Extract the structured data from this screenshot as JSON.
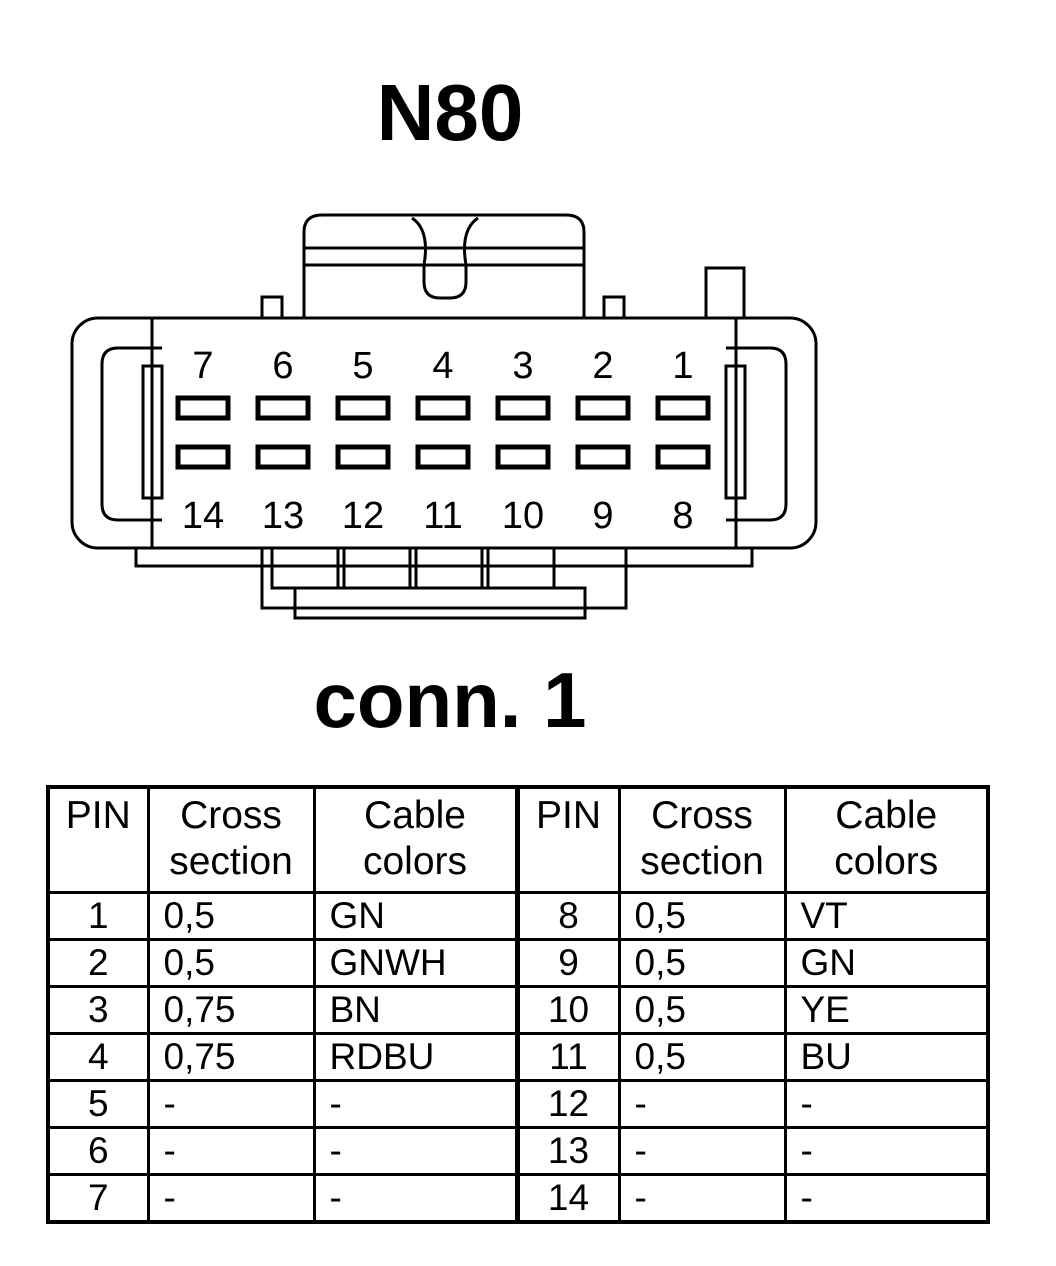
{
  "header": {
    "title": "N80"
  },
  "connector": {
    "label": "conn. 1",
    "top_row": [
      "7",
      "6",
      "5",
      "4",
      "3",
      "2",
      "1"
    ],
    "bottom_row": [
      "14",
      "13",
      "12",
      "11",
      "10",
      "9",
      "8"
    ]
  },
  "table": {
    "headers": {
      "pin": "PIN",
      "cross_1": "Cross",
      "cross_2": "section",
      "cable_1": "Cable",
      "cable_2": "colors"
    },
    "rows": [
      {
        "pin_a": "1",
        "cs_a": "0,5",
        "col_a": "GN",
        "pin_b": "8",
        "cs_b": "0,5",
        "col_b": "VT"
      },
      {
        "pin_a": "2",
        "cs_a": "0,5",
        "col_a": "GNWH",
        "pin_b": "9",
        "cs_b": "0,5",
        "col_b": "GN"
      },
      {
        "pin_a": "3",
        "cs_a": "0,75",
        "col_a": "BN",
        "pin_b": "10",
        "cs_b": "0,5",
        "col_b": "YE"
      },
      {
        "pin_a": "4",
        "cs_a": "0,75",
        "col_a": "RDBU",
        "pin_b": "11",
        "cs_b": "0,5",
        "col_b": "BU"
      },
      {
        "pin_a": "5",
        "cs_a": "-",
        "col_a": "-",
        "pin_b": "12",
        "cs_b": "-",
        "col_b": "-"
      },
      {
        "pin_a": "6",
        "cs_a": "-",
        "col_a": "-",
        "pin_b": "13",
        "cs_b": "-",
        "col_b": "-"
      },
      {
        "pin_a": "7",
        "cs_a": "-",
        "col_a": "-",
        "pin_b": "14",
        "cs_b": "-",
        "col_b": "-"
      }
    ]
  }
}
